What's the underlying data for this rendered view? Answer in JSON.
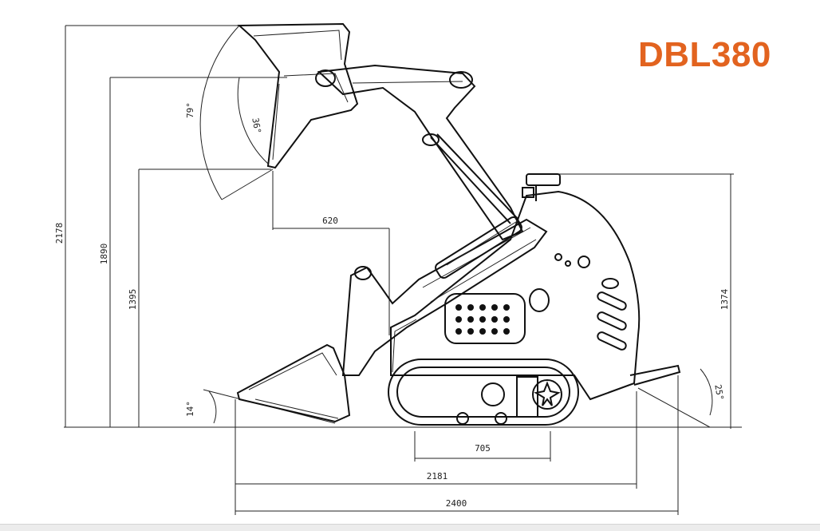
{
  "title": "DBL380",
  "accent_color": "#e2631f",
  "dimensions": {
    "height_max": "2178",
    "height_hinge": "1890",
    "height_dump": "1395",
    "height_machine": "1374",
    "reach": "620",
    "track_wheelbase": "705",
    "length_no_bucket": "2181",
    "length_total": "2400",
    "angle_rollback_top": "79°",
    "angle_dump": "36°",
    "angle_ground": "14°",
    "angle_rear": "25°"
  }
}
